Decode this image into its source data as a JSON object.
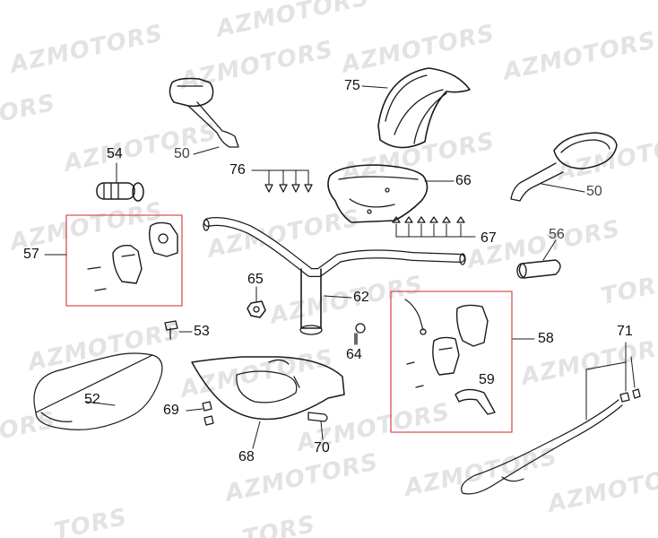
{
  "watermark": {
    "text": "AZMOTORS",
    "fragment": "TORS"
  },
  "colors": {
    "line": "#1a1a1a",
    "group_box": "#d9534f",
    "watermark": "#e3e3e3"
  },
  "callouts": {
    "c50_left": "50",
    "c50_right": "50",
    "c52": "52",
    "c53": "53",
    "c54": "54",
    "c56": "56",
    "c57": "57",
    "c58": "58",
    "c59": "59",
    "c62": "62",
    "c64": "64",
    "c65": "65",
    "c66": "66",
    "c67": "67",
    "c68": "68",
    "c69": "69",
    "c70": "70",
    "c71": "71",
    "c75": "75",
    "c76": "76"
  }
}
